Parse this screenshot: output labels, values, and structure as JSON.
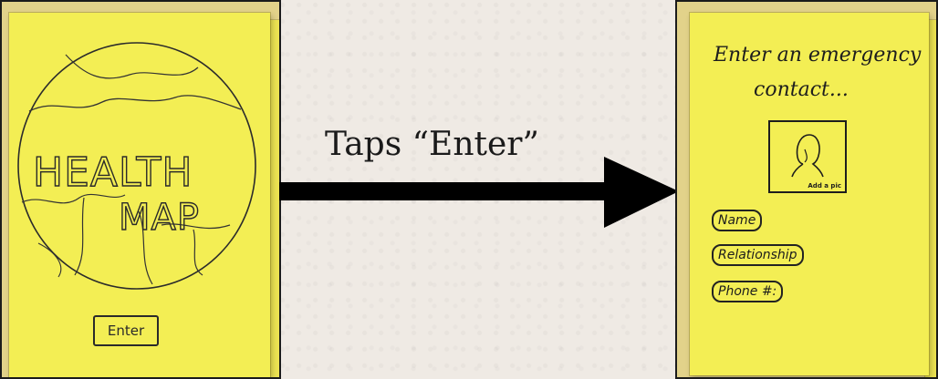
{
  "transition": {
    "label": "Taps “Enter”"
  },
  "splash": {
    "title_line1": "HEALTH",
    "title_line2": "MAP",
    "enter_button": "Enter"
  },
  "contact_screen": {
    "title_line1": "Enter an emergency",
    "title_line2": "contact...",
    "photo_label": "Add a pic",
    "fields": {
      "name": "Name",
      "relationship": "Relationship",
      "phone": "Phone #:"
    }
  }
}
